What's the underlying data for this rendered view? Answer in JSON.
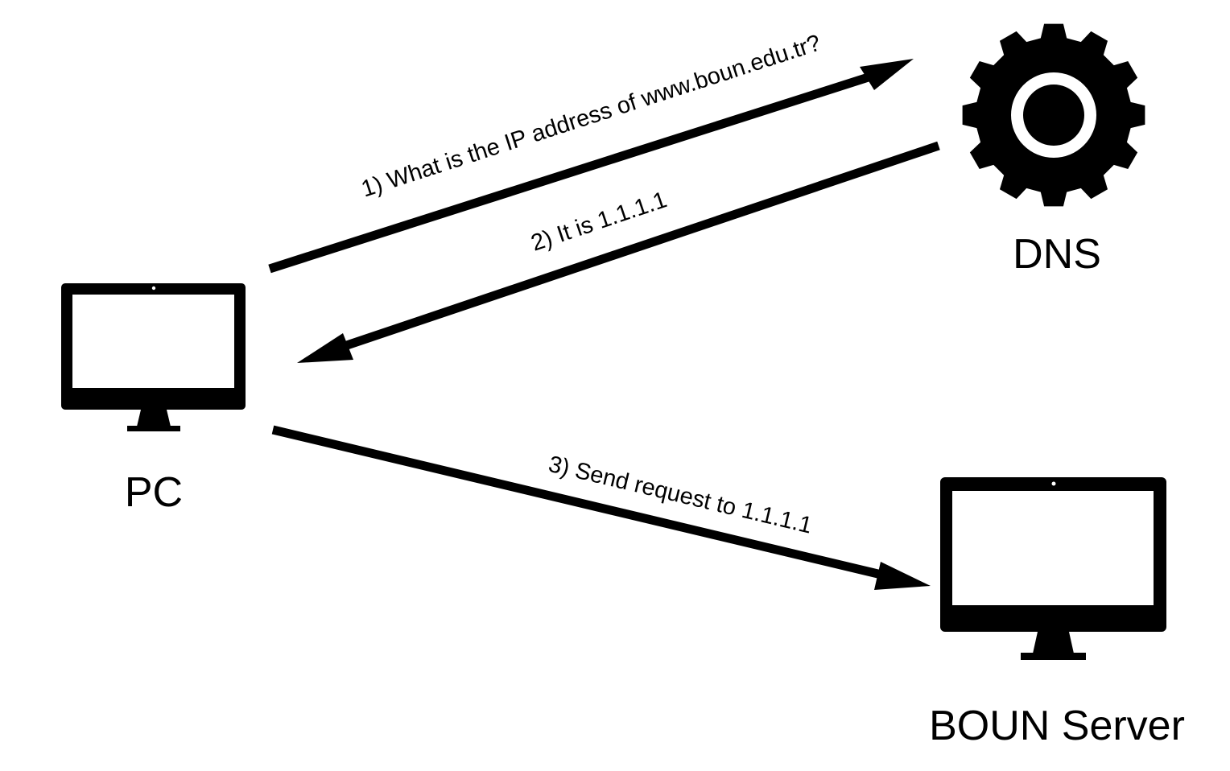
{
  "colors": {
    "ink": "#000000",
    "background": "#ffffff"
  },
  "nodes": {
    "pc": {
      "label": "PC",
      "icon": "monitor-icon"
    },
    "dns": {
      "label": "DNS",
      "icon": "gear-icon"
    },
    "server": {
      "label": "BOUN Server",
      "icon": "monitor-icon"
    }
  },
  "edges": [
    {
      "from": "pc",
      "to": "dns",
      "label": "1) What is the IP address of www.boun.edu.tr?"
    },
    {
      "from": "dns",
      "to": "pc",
      "label": "2) It is 1.1.1.1"
    },
    {
      "from": "pc",
      "to": "server",
      "label": "3) Send request to 1.1.1.1"
    }
  ]
}
